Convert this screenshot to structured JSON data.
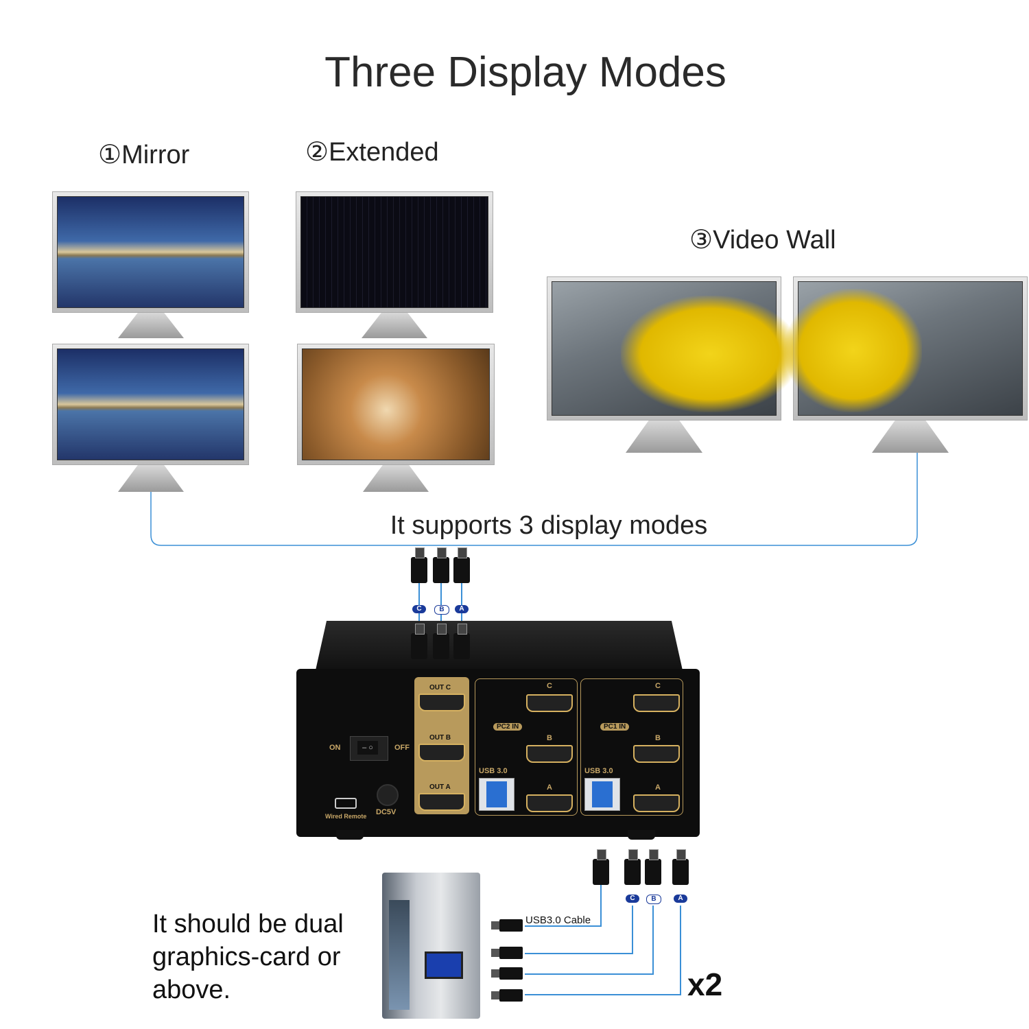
{
  "title": "Three Display Modes",
  "modes": [
    {
      "label": "①Mirror"
    },
    {
      "label": "②Extended"
    },
    {
      "label": "③Video Wall"
    }
  ],
  "support_text": "It supports 3 display modes",
  "cable_labels": {
    "c": "C",
    "b": "B",
    "a": "A"
  },
  "device": {
    "on": "ON",
    "off": "OFF",
    "out_c": "OUT C",
    "out_b": "OUT B",
    "out_a": "OUT A",
    "pc2_in": "PC2 IN",
    "pc1_in": "PC1 IN",
    "usb": "USB 3.0",
    "port_c": "C",
    "port_b": "B",
    "port_a": "A",
    "wired_remote": "Wired Remote",
    "dc": "DC5V"
  },
  "pc_text": "It should be dual graphics-card or above.",
  "usb_cable_label": "USB3.0 Cable",
  "multiplier": "x2",
  "colors": {
    "line": "#3a8fd6",
    "gold": "#b89a5c",
    "badge": "#1a3a9a"
  }
}
